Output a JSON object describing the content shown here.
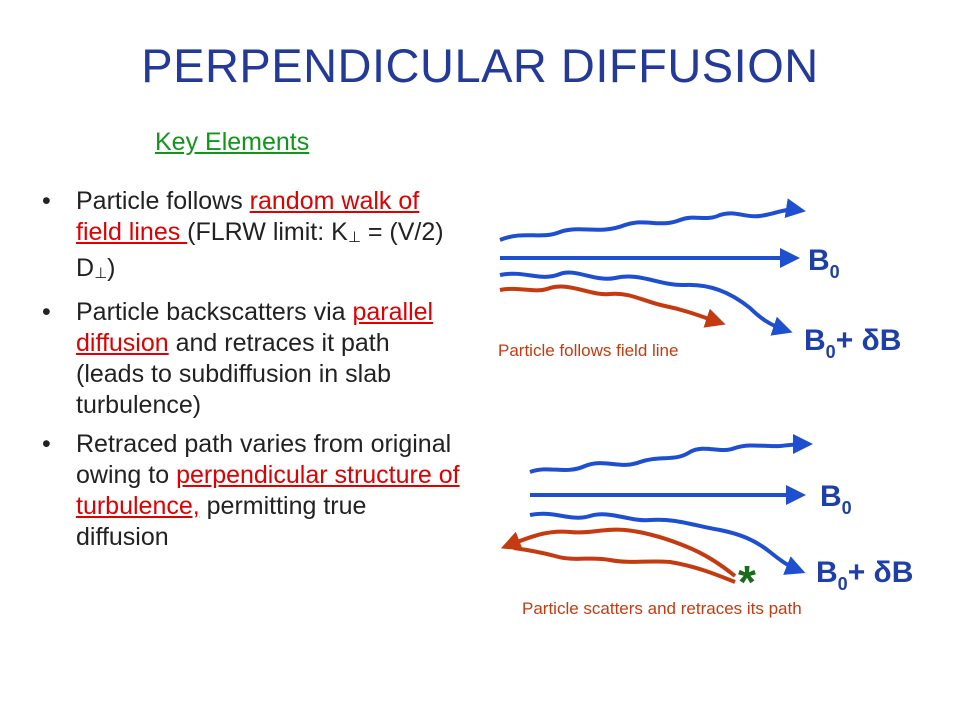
{
  "title": "PERPENDICULAR DIFFUSION",
  "subtitle": "Key Elements",
  "bullets": {
    "b1": {
      "t1": "Particle follows ",
      "r1": "random walk of field lines ",
      "t2": "(FLRW limit: K",
      "sub": "⊥",
      "t3": " = (V/2) D",
      "sub2": "⊥",
      "t4": ")"
    },
    "b2": {
      "t1": "Particle backscatters via ",
      "r1": "parallel diffusion",
      "t2": " and retraces it path (leads to subdiffusion in slab turbulence)"
    },
    "b3": {
      "t1": "Retraced path varies from original owing to ",
      "r1": "perpendicular structure of turbulence,",
      "t2": " permitting true diffusion"
    }
  },
  "diagram": {
    "top": {
      "b0_label": "B",
      "b0_sub": "0",
      "bdb_label": "B",
      "bdb_sub": "0",
      "bdb_rest": "+ δB",
      "caption": "Particle follows field line"
    },
    "bottom": {
      "b0_label": "B",
      "b0_sub": "0",
      "bdb_label": "B",
      "bdb_sub": "0",
      "bdb_rest": "+ δB",
      "star": "*",
      "caption": "Particle scatters and retraces its path"
    }
  },
  "colors": {
    "title": "#233a9b",
    "subtitle": "#11961b",
    "text": "#222222",
    "highlight": "#e00000",
    "field_line": "#1f4fd1",
    "particle": "#c63a12",
    "diagram_label": "#1f3fa8",
    "star": "#1a6b1a"
  }
}
